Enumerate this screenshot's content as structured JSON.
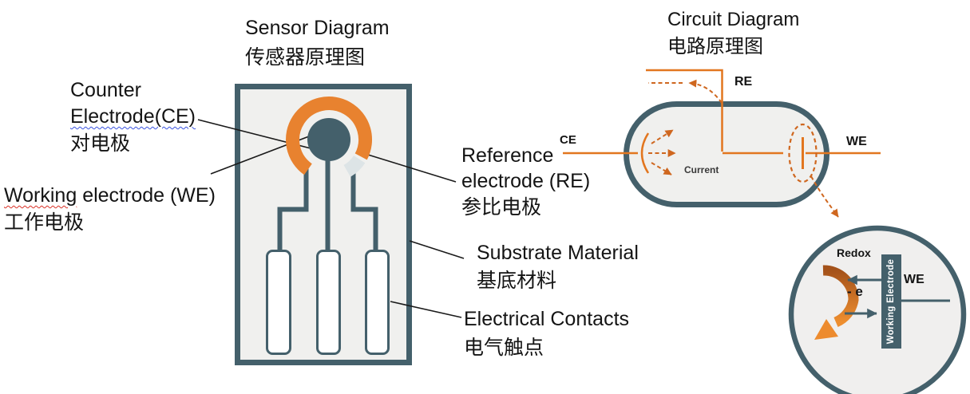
{
  "colors": {
    "teal": "#44606b",
    "orange_wire": "#e2761f",
    "orange_ring": "#e8822f",
    "orange_arrow": "#cf671f",
    "reference_gray": "#dde4e6",
    "panel_fill": "#f0f0ee"
  },
  "sensor": {
    "title_en": "Sensor Diagram",
    "title_zh": "传感器原理图",
    "counter_line1": "Counter",
    "counter_line2": "Electrode(CE)",
    "counter_zh": "对电极",
    "working_word": "Working",
    "working_rest": " electrode (WE)",
    "working_zh": "工作电极",
    "reference_line1": "Reference",
    "reference_line2": "electrode (RE)",
    "reference_zh": "参比电极",
    "substrate_en": "Substrate Material",
    "substrate_zh": "基底材料",
    "contacts_en": "Electrical Contacts",
    "contacts_zh": "电气触点"
  },
  "circuit": {
    "title_en": "Circuit Diagram",
    "title_zh": "电路原理图",
    "ce_label": "CE",
    "re_label": "RE",
    "we_label": "WE",
    "current_label": "Current"
  },
  "detail": {
    "redox_label": "Redox",
    "minus_e_label": "- e",
    "we_label": "WE",
    "bar_label": "Working Electrode"
  }
}
